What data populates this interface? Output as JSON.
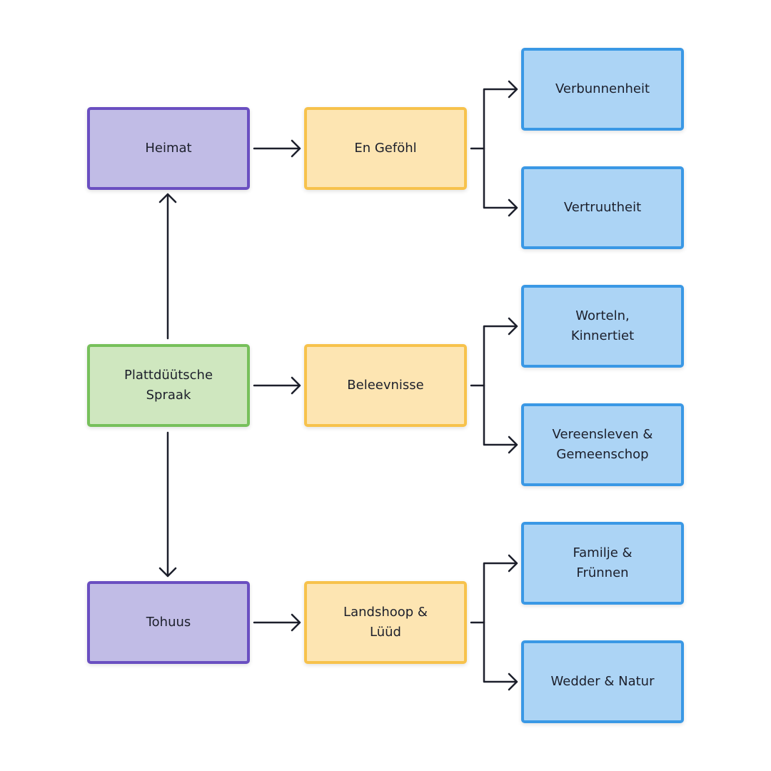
{
  "nodes": {
    "heimat": "Heimat",
    "plattduutsche": "Plattdüütsche\nSpraak",
    "tohuus": "Tohuus",
    "gefohl": "En Geföhl",
    "beleevnisse": "Beleevnisse",
    "landshoop": "Landshoop &\nLüüd",
    "verbunnenheit": "Verbunnenheit",
    "vertruutheit": "Vertruutheit",
    "worteln": "Worteln,\nKinnertiet",
    "vereensleven": "Vereensleven &\nGemeenschop",
    "familje": "Familje &\nFrünnen",
    "wedder": "Wedder & Natur"
  },
  "edges": [
    {
      "from": "plattduutsche",
      "to": "heimat"
    },
    {
      "from": "plattduutsche",
      "to": "tohuus"
    },
    {
      "from": "plattduutsche",
      "to": "beleevnisse"
    },
    {
      "from": "heimat",
      "to": "gefohl"
    },
    {
      "from": "tohuus",
      "to": "landshoop"
    },
    {
      "from": "gefohl",
      "to": "verbunnenheit"
    },
    {
      "from": "gefohl",
      "to": "vertruutheit"
    },
    {
      "from": "beleevnisse",
      "to": "worteln"
    },
    {
      "from": "beleevnisse",
      "to": "vereensleven"
    },
    {
      "from": "landshoop",
      "to": "familje"
    },
    {
      "from": "landshoop",
      "to": "wedder"
    }
  ],
  "colors": {
    "purple_fill": "#c1bce6",
    "purple_border": "#6a4fc1",
    "green_fill": "#cfe7bf",
    "green_border": "#77c05b",
    "yellow_fill": "#fde5b2",
    "yellow_border": "#f7c24c",
    "blue_fill": "#acd4f5",
    "blue_border": "#3a98e5",
    "edge": "#1c1f2b"
  }
}
